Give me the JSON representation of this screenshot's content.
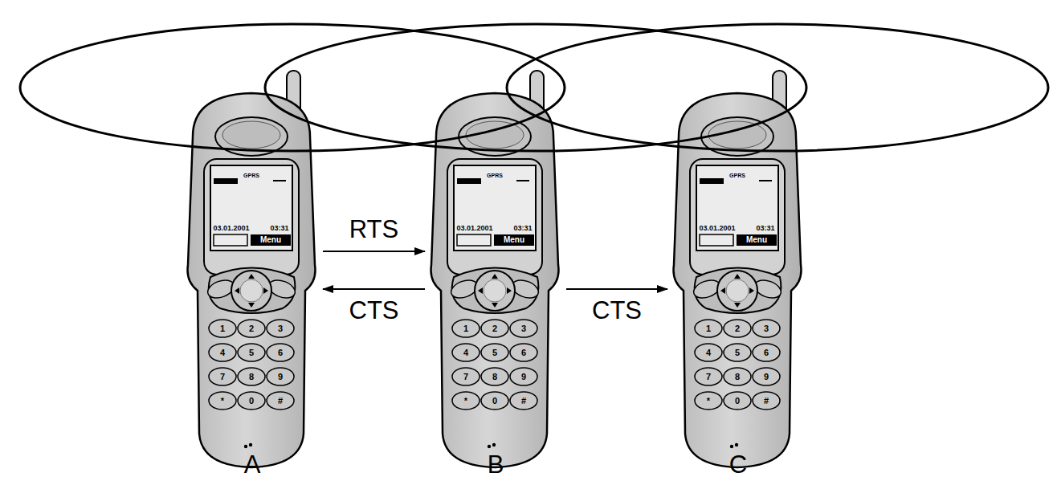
{
  "diagram": {
    "nodes": [
      {
        "text": [
          "A"
        ]
      },
      {
        "text": [
          "B"
        ]
      },
      {
        "text": [
          "C"
        ]
      }
    ],
    "edges": [
      {
        "from": 0,
        "to": 1,
        "label": "RTS",
        "arrow": "to"
      },
      {
        "from": 1,
        "to": 0,
        "label": "CTS",
        "arrow": "to"
      },
      {
        "from": 1,
        "to": 2,
        "label": "CTS",
        "arrow": "to"
      }
    ],
    "labels": [
      "GPRS",
      "03.01.2001",
      "03:31",
      "Menu",
      "1",
      "2",
      "3",
      "4",
      "5",
      "6",
      "7",
      "8",
      "9",
      "*",
      "0",
      "#",
      "GPRS",
      "03.01.2001",
      "03:31",
      "Menu",
      "1",
      "2",
      "3",
      "4",
      "5",
      "6",
      "7",
      "8",
      "9",
      "*",
      "0",
      "#",
      "GPRS",
      "03.01.2001",
      "03:31",
      "Menu",
      "1",
      "2",
      "3",
      "4",
      "5",
      "6",
      "7",
      "8",
      "9",
      "*",
      "0",
      "#"
    ]
  }
}
